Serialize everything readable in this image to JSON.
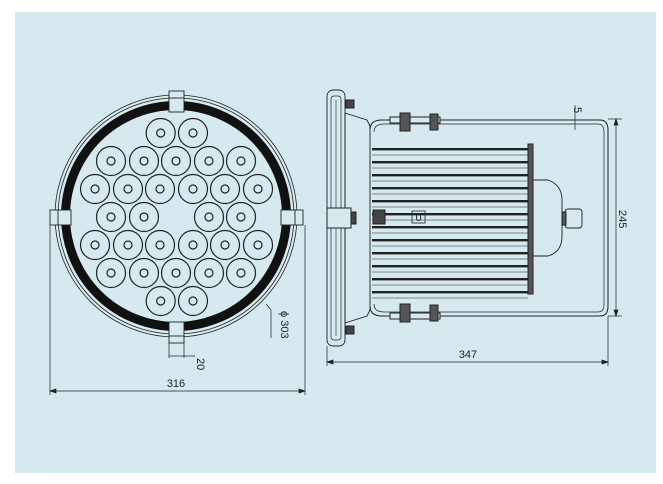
{
  "drawing": {
    "front_view": {
      "width_label": "316",
      "diameter_label": "ϕ 303",
      "clip_width_label": "20",
      "led_rows": [
        2,
        5,
        6,
        4,
        6,
        5,
        2
      ]
    },
    "side_view": {
      "length_label": "347",
      "height_label": "245",
      "offset_label": "5",
      "switch_label": "0"
    }
  },
  "colors": {
    "background": "#d5e9ef",
    "line": "#222222"
  }
}
